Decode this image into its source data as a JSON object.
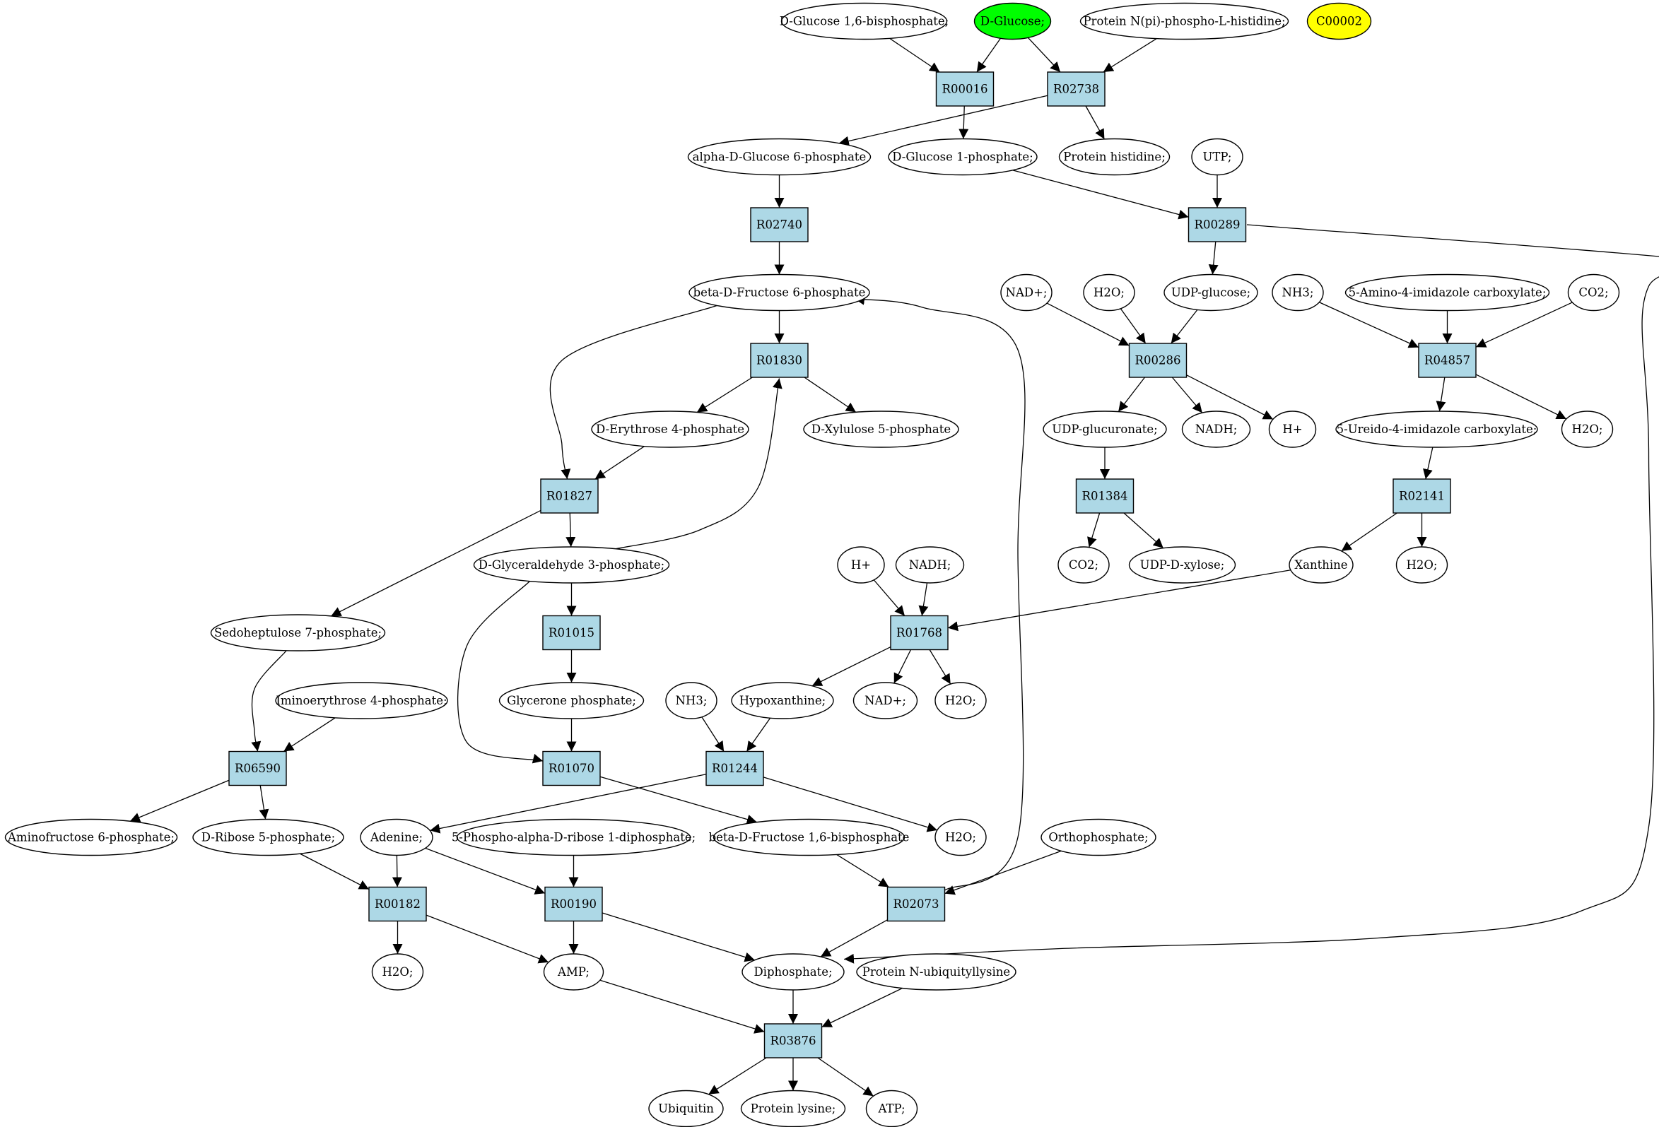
{
  "colors": {
    "reaction_fill": "#add8e6",
    "compound_fill": "#ffffff",
    "source_fill": "#00ff00",
    "target_fill": "#ffff00",
    "stroke": "#000000"
  },
  "nodes": [
    {
      "id": "c_glc16bp",
      "label": "D-Glucose 1,6-bisphosphate;",
      "kind": "compound"
    },
    {
      "id": "c_dglucose",
      "label": "D-Glucose;",
      "kind": "source"
    },
    {
      "id": "c_protnpi",
      "label": "Protein N(pi)-phospho-L-histidine;",
      "kind": "compound"
    },
    {
      "id": "c_c00002",
      "label": "C00002",
      "kind": "target"
    },
    {
      "id": "r_R00016",
      "label": "R00016",
      "kind": "reaction"
    },
    {
      "id": "r_R02738",
      "label": "R02738",
      "kind": "reaction"
    },
    {
      "id": "c_ag6p",
      "label": "alpha-D-Glucose 6-phosphate",
      "kind": "compound"
    },
    {
      "id": "c_g1p",
      "label": "D-Glucose 1-phosphate;",
      "kind": "compound"
    },
    {
      "id": "c_prothis",
      "label": "Protein histidine;",
      "kind": "compound"
    },
    {
      "id": "c_utp",
      "label": "UTP;",
      "kind": "compound"
    },
    {
      "id": "r_R02740",
      "label": "R02740",
      "kind": "reaction"
    },
    {
      "id": "r_R00289",
      "label": "R00289",
      "kind": "reaction"
    },
    {
      "id": "c_bf6p",
      "label": "beta-D-Fructose 6-phosphate",
      "kind": "compound"
    },
    {
      "id": "c_nadp1",
      "label": "NAD+;",
      "kind": "compound"
    },
    {
      "id": "c_h2o1",
      "label": "H2O;",
      "kind": "compound"
    },
    {
      "id": "c_udpglc",
      "label": "UDP-glucose;",
      "kind": "compound"
    },
    {
      "id": "c_nh3a",
      "label": "NH3;",
      "kind": "compound"
    },
    {
      "id": "c_aica",
      "label": "5-Amino-4-imidazole carboxylate;",
      "kind": "compound"
    },
    {
      "id": "c_co2a",
      "label": "CO2;",
      "kind": "compound"
    },
    {
      "id": "r_R01830",
      "label": "R01830",
      "kind": "reaction"
    },
    {
      "id": "r_R00286",
      "label": "R00286",
      "kind": "reaction"
    },
    {
      "id": "r_R04857",
      "label": "R04857",
      "kind": "reaction"
    },
    {
      "id": "c_e4p",
      "label": "D-Erythrose 4-phosphate",
      "kind": "compound"
    },
    {
      "id": "c_x5p",
      "label": "D-Xylulose 5-phosphate",
      "kind": "compound"
    },
    {
      "id": "c_udpgla",
      "label": "UDP-glucuronate;",
      "kind": "compound"
    },
    {
      "id": "c_nadh1",
      "label": "NADH;",
      "kind": "compound"
    },
    {
      "id": "c_hp1",
      "label": "H+",
      "kind": "compound"
    },
    {
      "id": "c_uica",
      "label": "5-Ureido-4-imidazole carboxylate;",
      "kind": "compound"
    },
    {
      "id": "c_h2o2",
      "label": "H2O;",
      "kind": "compound"
    },
    {
      "id": "r_R01827",
      "label": "R01827",
      "kind": "reaction"
    },
    {
      "id": "r_R01384",
      "label": "R01384",
      "kind": "reaction"
    },
    {
      "id": "r_R02141",
      "label": "R02141",
      "kind": "reaction"
    },
    {
      "id": "c_g3p",
      "label": "D-Glyceraldehyde 3-phosphate;",
      "kind": "compound"
    },
    {
      "id": "c_co2b",
      "label": "CO2;",
      "kind": "compound"
    },
    {
      "id": "c_udpxyl",
      "label": "UDP-D-xylose;",
      "kind": "compound"
    },
    {
      "id": "c_xanthine",
      "label": "Xanthine",
      "kind": "compound"
    },
    {
      "id": "c_h2o3",
      "label": "H2O;",
      "kind": "compound"
    },
    {
      "id": "c_hp2",
      "label": "H+",
      "kind": "compound"
    },
    {
      "id": "c_nadh2",
      "label": "NADH;",
      "kind": "compound"
    },
    {
      "id": "c_s7p",
      "label": "Sedoheptulose 7-phosphate;",
      "kind": "compound"
    },
    {
      "id": "r_R01015",
      "label": "R01015",
      "kind": "reaction"
    },
    {
      "id": "r_R01768",
      "label": "R01768",
      "kind": "reaction"
    },
    {
      "id": "c_ie4p",
      "label": "Iminoerythrose 4-phosphate;",
      "kind": "compound"
    },
    {
      "id": "c_dhap",
      "label": "Glycerone phosphate;",
      "kind": "compound"
    },
    {
      "id": "c_nh3b",
      "label": "NH3;",
      "kind": "compound"
    },
    {
      "id": "c_hypox",
      "label": "Hypoxanthine;",
      "kind": "compound"
    },
    {
      "id": "c_nadp2",
      "label": "NAD+;",
      "kind": "compound"
    },
    {
      "id": "c_h2o4",
      "label": "H2O;",
      "kind": "compound"
    },
    {
      "id": "r_R06590",
      "label": "R06590",
      "kind": "reaction"
    },
    {
      "id": "r_R01070",
      "label": "R01070",
      "kind": "reaction"
    },
    {
      "id": "r_R01244",
      "label": "R01244",
      "kind": "reaction"
    },
    {
      "id": "c_af6p",
      "label": "Aminofructose 6-phosphate;",
      "kind": "compound"
    },
    {
      "id": "c_r5p",
      "label": "D-Ribose 5-phosphate;",
      "kind": "compound"
    },
    {
      "id": "c_adenine",
      "label": "Adenine;",
      "kind": "compound"
    },
    {
      "id": "c_prpp",
      "label": "5-Phospho-alpha-D-ribose 1-diphosphate;",
      "kind": "compound"
    },
    {
      "id": "c_bfbp",
      "label": "beta-D-Fructose 1,6-bisphosphate",
      "kind": "compound"
    },
    {
      "id": "c_h2o5",
      "label": "H2O;",
      "kind": "compound"
    },
    {
      "id": "c_ortho",
      "label": "Orthophosphate;",
      "kind": "compound"
    },
    {
      "id": "r_R00182",
      "label": "R00182",
      "kind": "reaction"
    },
    {
      "id": "r_R00190",
      "label": "R00190",
      "kind": "reaction"
    },
    {
      "id": "r_R02073",
      "label": "R02073",
      "kind": "reaction"
    },
    {
      "id": "c_h2o6",
      "label": "H2O;",
      "kind": "compound"
    },
    {
      "id": "c_amp",
      "label": "AMP;",
      "kind": "compound"
    },
    {
      "id": "c_dipho",
      "label": "Diphosphate;",
      "kind": "compound"
    },
    {
      "id": "c_protub",
      "label": "Protein N-ubiquityllysine",
      "kind": "compound"
    },
    {
      "id": "r_R03876",
      "label": "R03876",
      "kind": "reaction"
    },
    {
      "id": "c_ubiq",
      "label": "Ubiquitin",
      "kind": "compound"
    },
    {
      "id": "c_protlys",
      "label": "Protein lysine;",
      "kind": "compound"
    },
    {
      "id": "c_atp",
      "label": "ATP;",
      "kind": "compound"
    }
  ],
  "edges": [
    {
      "from": "c_glc16bp",
      "to": "r_R00016"
    },
    {
      "from": "c_dglucose",
      "to": "r_R00016"
    },
    {
      "from": "c_dglucose",
      "to": "r_R02738"
    },
    {
      "from": "c_protnpi",
      "to": "r_R02738"
    },
    {
      "from": "r_R02738",
      "to": "c_ag6p"
    },
    {
      "from": "r_R02738",
      "to": "c_prothis"
    },
    {
      "from": "r_R00016",
      "to": "c_g1p"
    },
    {
      "from": "c_ag6p",
      "to": "r_R02740"
    },
    {
      "from": "c_g1p",
      "to": "r_R00289"
    },
    {
      "from": "c_utp",
      "to": "r_R00289"
    },
    {
      "from": "r_R02740",
      "to": "c_bf6p"
    },
    {
      "from": "r_R00289",
      "to": "c_udpglc"
    },
    {
      "from": "r_R00289",
      "to": "c_dipho"
    },
    {
      "from": "c_bf6p",
      "to": "r_R01830"
    },
    {
      "from": "c_bf6p",
      "to": "r_R01827"
    },
    {
      "from": "c_nadp1",
      "to": "r_R00286"
    },
    {
      "from": "c_h2o1",
      "to": "r_R00286"
    },
    {
      "from": "c_udpglc",
      "to": "r_R00286"
    },
    {
      "from": "c_nh3a",
      "to": "r_R04857"
    },
    {
      "from": "c_aica",
      "to": "r_R04857"
    },
    {
      "from": "c_co2a",
      "to": "r_R04857"
    },
    {
      "from": "r_R01830",
      "to": "c_e4p"
    },
    {
      "from": "r_R01830",
      "to": "c_x5p"
    },
    {
      "from": "r_R00286",
      "to": "c_udpgla"
    },
    {
      "from": "r_R00286",
      "to": "c_nadh1"
    },
    {
      "from": "r_R00286",
      "to": "c_hp1"
    },
    {
      "from": "r_R04857",
      "to": "c_uica"
    },
    {
      "from": "r_R04857",
      "to": "c_h2o2"
    },
    {
      "from": "c_e4p",
      "to": "r_R01827"
    },
    {
      "from": "c_udpgla",
      "to": "r_R01384"
    },
    {
      "from": "c_uica",
      "to": "r_R02141"
    },
    {
      "from": "r_R01827",
      "to": "c_g3p"
    },
    {
      "from": "r_R01827",
      "to": "c_s7p"
    },
    {
      "from": "c_g3p",
      "to": "r_R01830"
    },
    {
      "from": "r_R01384",
      "to": "c_co2b"
    },
    {
      "from": "r_R01384",
      "to": "c_udpxyl"
    },
    {
      "from": "r_R02141",
      "to": "c_xanthine"
    },
    {
      "from": "r_R02141",
      "to": "c_h2o3"
    },
    {
      "from": "c_g3p",
      "to": "r_R01015"
    },
    {
      "from": "c_g3p",
      "to": "r_R01070"
    },
    {
      "from": "c_hp2",
      "to": "r_R01768"
    },
    {
      "from": "c_nadh2",
      "to": "r_R01768"
    },
    {
      "from": "c_xanthine",
      "to": "r_R01768"
    },
    {
      "from": "r_R01015",
      "to": "c_dhap"
    },
    {
      "from": "r_R01768",
      "to": "c_hypox"
    },
    {
      "from": "r_R01768",
      "to": "c_nadp2"
    },
    {
      "from": "r_R01768",
      "to": "c_h2o4"
    },
    {
      "from": "c_s7p",
      "to": "r_R06590"
    },
    {
      "from": "c_ie4p",
      "to": "r_R06590"
    },
    {
      "from": "c_dhap",
      "to": "r_R01070"
    },
    {
      "from": "c_nh3b",
      "to": "r_R01244"
    },
    {
      "from": "c_hypox",
      "to": "r_R01244"
    },
    {
      "from": "r_R06590",
      "to": "c_af6p"
    },
    {
      "from": "r_R06590",
      "to": "c_r5p"
    },
    {
      "from": "r_R01070",
      "to": "c_bfbp"
    },
    {
      "from": "r_R01244",
      "to": "c_adenine"
    },
    {
      "from": "r_R01244",
      "to": "c_h2o5"
    },
    {
      "from": "c_r5p",
      "to": "r_R00182"
    },
    {
      "from": "c_adenine",
      "to": "r_R00182"
    },
    {
      "from": "c_adenine",
      "to": "r_R00190"
    },
    {
      "from": "c_prpp",
      "to": "r_R00190"
    },
    {
      "from": "c_bfbp",
      "to": "r_R02073"
    },
    {
      "from": "c_ortho",
      "to": "r_R02073"
    },
    {
      "from": "r_R02073",
      "to": "c_bf6p"
    },
    {
      "from": "r_R02073",
      "to": "c_dipho"
    },
    {
      "from": "r_R00182",
      "to": "c_h2o6"
    },
    {
      "from": "r_R00182",
      "to": "c_amp"
    },
    {
      "from": "r_R00190",
      "to": "c_amp"
    },
    {
      "from": "r_R00190",
      "to": "c_dipho"
    },
    {
      "from": "c_amp",
      "to": "r_R03876"
    },
    {
      "from": "c_dipho",
      "to": "r_R03876"
    },
    {
      "from": "c_protub",
      "to": "r_R03876"
    },
    {
      "from": "r_R03876",
      "to": "c_ubiq"
    },
    {
      "from": "r_R03876",
      "to": "c_protlys"
    },
    {
      "from": "r_R03876",
      "to": "c_atp"
    }
  ]
}
